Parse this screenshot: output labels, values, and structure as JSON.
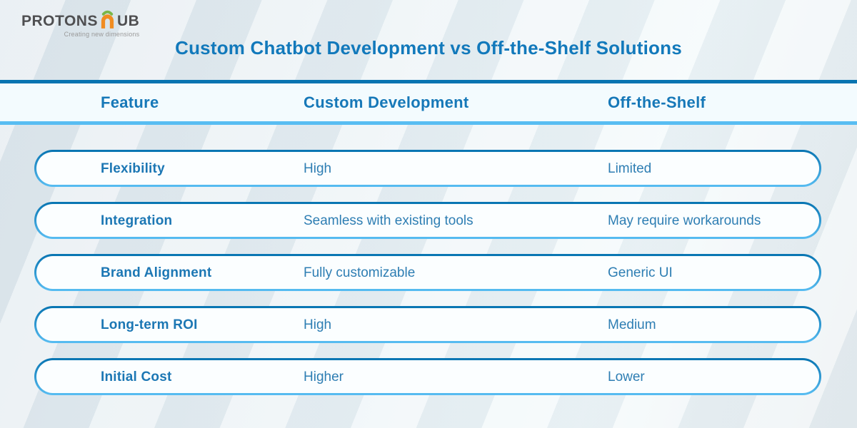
{
  "logo": {
    "brand_prefix": "PROTONS",
    "brand_suffix": "UB",
    "tagline": "Creating new dimensions"
  },
  "title": "Custom Chatbot Development vs Off-the-Shelf Solutions",
  "table": {
    "columns": [
      "Feature",
      "Custom Development",
      "Off-the-Shelf"
    ],
    "rows": [
      {
        "feature": "Flexibility",
        "custom": "High",
        "shelf": "Limited"
      },
      {
        "feature": "Integration",
        "custom": "Seamless with existing tools",
        "shelf": "May require workarounds"
      },
      {
        "feature": "Brand Alignment",
        "custom": "Fully customizable",
        "shelf": "Generic UI"
      },
      {
        "feature": "Long-term ROI",
        "custom": "High",
        "shelf": "Medium"
      },
      {
        "feature": "Initial Cost",
        "custom": "Higher",
        "shelf": "Lower"
      }
    ]
  },
  "chart_data": {
    "type": "table",
    "title": "Custom Chatbot Development vs Off-the-Shelf Solutions",
    "columns": [
      "Feature",
      "Custom Development",
      "Off-the-Shelf"
    ],
    "rows": [
      [
        "Flexibility",
        "High",
        "Limited"
      ],
      [
        "Integration",
        "Seamless with existing tools",
        "May require workarounds"
      ],
      [
        "Brand Alignment",
        "Fully customizable",
        "Generic UI"
      ],
      [
        "Long-term ROI",
        "High",
        "Medium"
      ],
      [
        "Initial Cost",
        "Higher",
        "Lower"
      ]
    ]
  },
  "colors": {
    "title_blue": "#1279bb",
    "header_text": "#1678b8",
    "feature_text": "#1c77b4",
    "value_text": "#2e7eb3",
    "border_dark": "#0774b1",
    "border_light": "#58bdf2",
    "band_bg": "#f3fbfe",
    "pill_bg": "#fbfeff",
    "logo_orange": "#f08c21",
    "logo_green": "#7ab648",
    "logo_gray": "#4f4f51",
    "tagline_gray": "#9a9a9a"
  }
}
